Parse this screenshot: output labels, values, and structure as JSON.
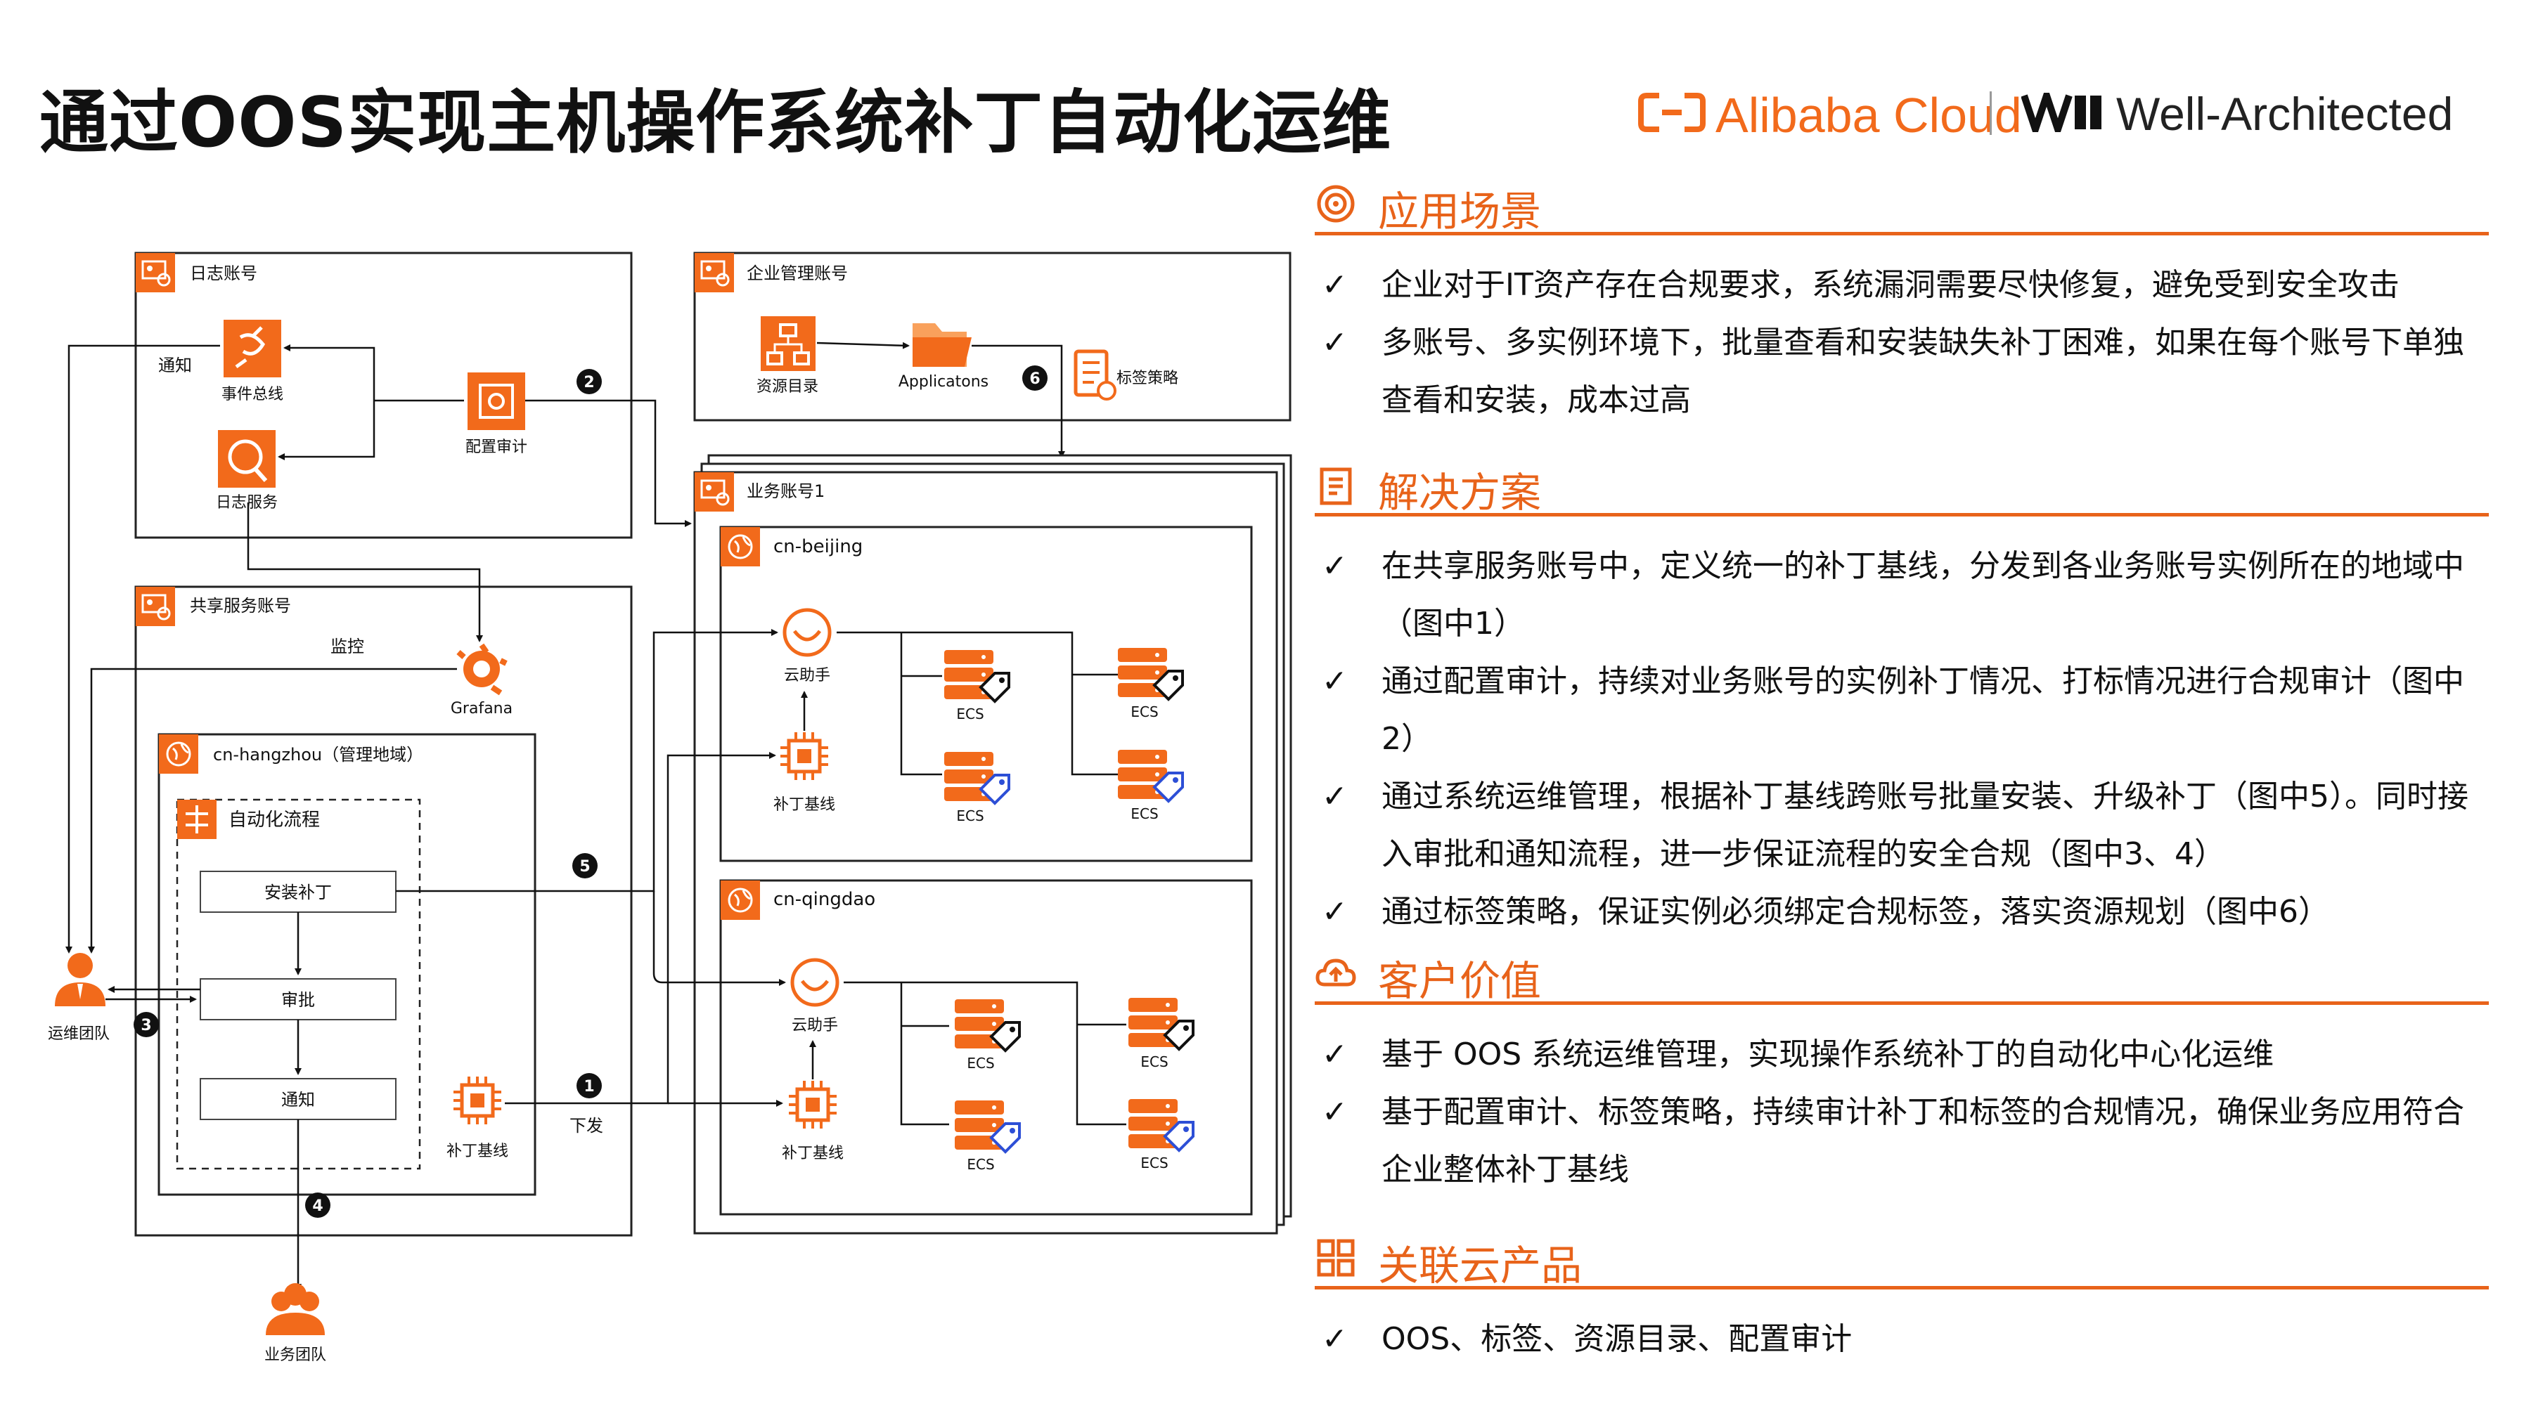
{
  "title": "通过OOS实现主机操作系统补丁自动化运维",
  "brand": {
    "alibaba": "Alibaba Cloud",
    "wa": "Well-Architected"
  },
  "colors": {
    "accent": "#e8631a",
    "orange": "#f26a1b",
    "badge": "#111111"
  },
  "diagram": {
    "log_account": {
      "label": "日志账号",
      "eventbridge": "事件总线",
      "logservice": "日志服务",
      "config": "配置审计",
      "notify": "通知"
    },
    "enterprise_account": {
      "label": "企业管理账号",
      "resource_dir": "资源目录",
      "applications": "Applicatons",
      "tag_policy": "标签策略"
    },
    "shared_account": {
      "label": "共享服务账号",
      "monitor": "监控",
      "grafana": "Grafana",
      "hangzhou": "cn-hangzhou（管理地域）",
      "workflow": "自动化流程",
      "install": "安装补丁",
      "approve": "审批",
      "notify": "通知",
      "baseline": "补丁基线",
      "dispatch": "下发"
    },
    "biz_account": {
      "label": "业务账号1",
      "beijing": "cn-beijing",
      "qingdao": "cn-qingdao",
      "assistant": "云助手",
      "baseline": "补丁基线",
      "ecs": "ECS"
    },
    "ops_team": "运维团队",
    "biz_team": "业务团队",
    "badges": [
      "1",
      "2",
      "3",
      "4",
      "5",
      "6"
    ]
  },
  "sections": [
    {
      "title": "应用场景",
      "icon": "target-icon",
      "items": [
        "企业对于IT资产存在合规要求，系统漏洞需要尽快修复，避免受到安全攻击",
        "多账号、多实例环境下，批量查看和安装缺失补丁困难，如果在每个账号下单独查看和安装，成本过高"
      ]
    },
    {
      "title": "解决方案",
      "icon": "clipboard-icon",
      "items": [
        "在共享服务账号中，定义统一的补丁基线，分发到各业务账号实例所在的地域中（图中1）",
        "通过配置审计，持续对业务账号的实例补丁情况、打标情况进行合规审计（图中2）",
        "通过系统运维管理，根据补丁基线跨账号批量安装、升级补丁（图中5）。同时接入审批和通知流程，进一步保证流程的安全合规（图中3、4）",
        "通过标签策略，保证实例必须绑定合规标签，落实资源规划（图中6）"
      ]
    },
    {
      "title": "客户价值",
      "icon": "cloud-upload-icon",
      "items": [
        "基于 OOS 系统运维管理，实现操作系统补丁的自动化中心化运维",
        "基于配置审计、标签策略，持续审计补丁和标签的合规情况，确保业务应用符合企业整体补丁基线"
      ]
    },
    {
      "title": "关联云产品",
      "icon": "grid-icon",
      "items": [
        "OOS、标签、资源目录、配置审计"
      ]
    }
  ]
}
